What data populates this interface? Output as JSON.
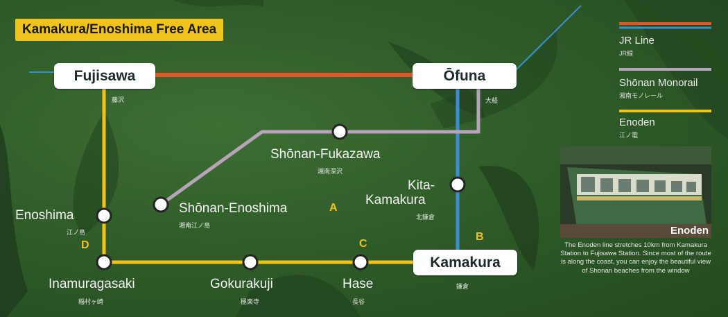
{
  "title": "Kamakura/Enoshima Free Area",
  "colors": {
    "jr_orange": "#e2572a",
    "jr_blue": "#3b8fd0",
    "monorail": "#b7a3ba",
    "enoden": "#f2c21a",
    "badge": "#f2c318",
    "background": "#2f5a2a"
  },
  "stations": {
    "fujisawa": {
      "name": "Fujisawa",
      "kanji": "藤沢"
    },
    "ofuna": {
      "name": "Ōfuna",
      "kanji": "大船"
    },
    "shonan_fukazawa": {
      "name": "Shōnan-Fukazawa",
      "kanji": "湘南深沢"
    },
    "kita_kamakura": {
      "name_line1": "Kita-",
      "name_line2": "Kamakura",
      "kanji": "北鎌倉"
    },
    "shonan_enoshima": {
      "name": "Shōnan-Enoshima",
      "kanji": "湘南江ノ島"
    },
    "enoshima": {
      "name": "Enoshima",
      "kanji": "江ノ島"
    },
    "kamakura": {
      "name": "Kamakura",
      "kanji": "鎌倉"
    },
    "inamuragasaki": {
      "name": "Inamuragasaki",
      "kanji": "稲村ヶ崎"
    },
    "gokurakuji": {
      "name": "Gokurakuji",
      "kanji": "極楽寺"
    },
    "hase": {
      "name": "Hase",
      "kanji": "長谷"
    }
  },
  "zones": {
    "a": "A",
    "b": "B",
    "c": "C",
    "d": "D"
  },
  "legend": {
    "jr": {
      "name": "JR Line",
      "kanji": "JR線"
    },
    "monorail": {
      "name": "Shōnan Monorail",
      "kanji": "湘南モノレール"
    },
    "enoden": {
      "name": "Enoden",
      "kanji": "江ノ電"
    }
  },
  "photo": {
    "label": "Enoden",
    "caption": "The Enoden line stretches 10km from Kamakura Station to Fujisawa Station. Since most of the route is along the coast, you can enjoy the beautiful view of Shonan beaches from the window"
  }
}
